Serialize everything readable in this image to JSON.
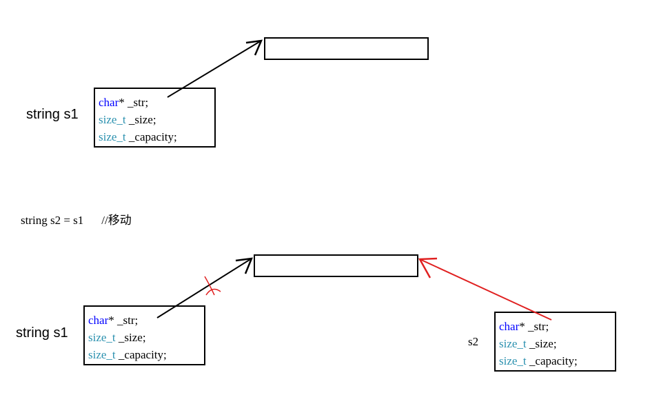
{
  "before": {
    "var_label": "string s1",
    "fields": [
      {
        "type": "char",
        "suffix": "* _str;"
      },
      {
        "type": "size_t",
        "suffix": " _size;"
      },
      {
        "type": "size_t",
        "suffix": " _capacity;"
      }
    ]
  },
  "statement": {
    "code": "string s2 = s1",
    "comment": "//移动"
  },
  "after": {
    "s1_label": "string s1",
    "s1_fields": [
      {
        "type": "char",
        "suffix": "* _str;"
      },
      {
        "type": "size_t",
        "suffix": " _size;"
      },
      {
        "type": "size_t",
        "suffix": " _capacity;"
      }
    ],
    "s2_label": "s2",
    "s2_fields": [
      {
        "type": "char",
        "suffix": "* _str;"
      },
      {
        "type": "size_t",
        "suffix": " _size;"
      },
      {
        "type": "size_t",
        "suffix": " _capacity;"
      }
    ]
  },
  "colors": {
    "keyword": "#0000ff",
    "type": "#2b91af",
    "old_pointer": "#000000",
    "new_pointer": "#e02020",
    "cut_mark": "#e02020"
  }
}
